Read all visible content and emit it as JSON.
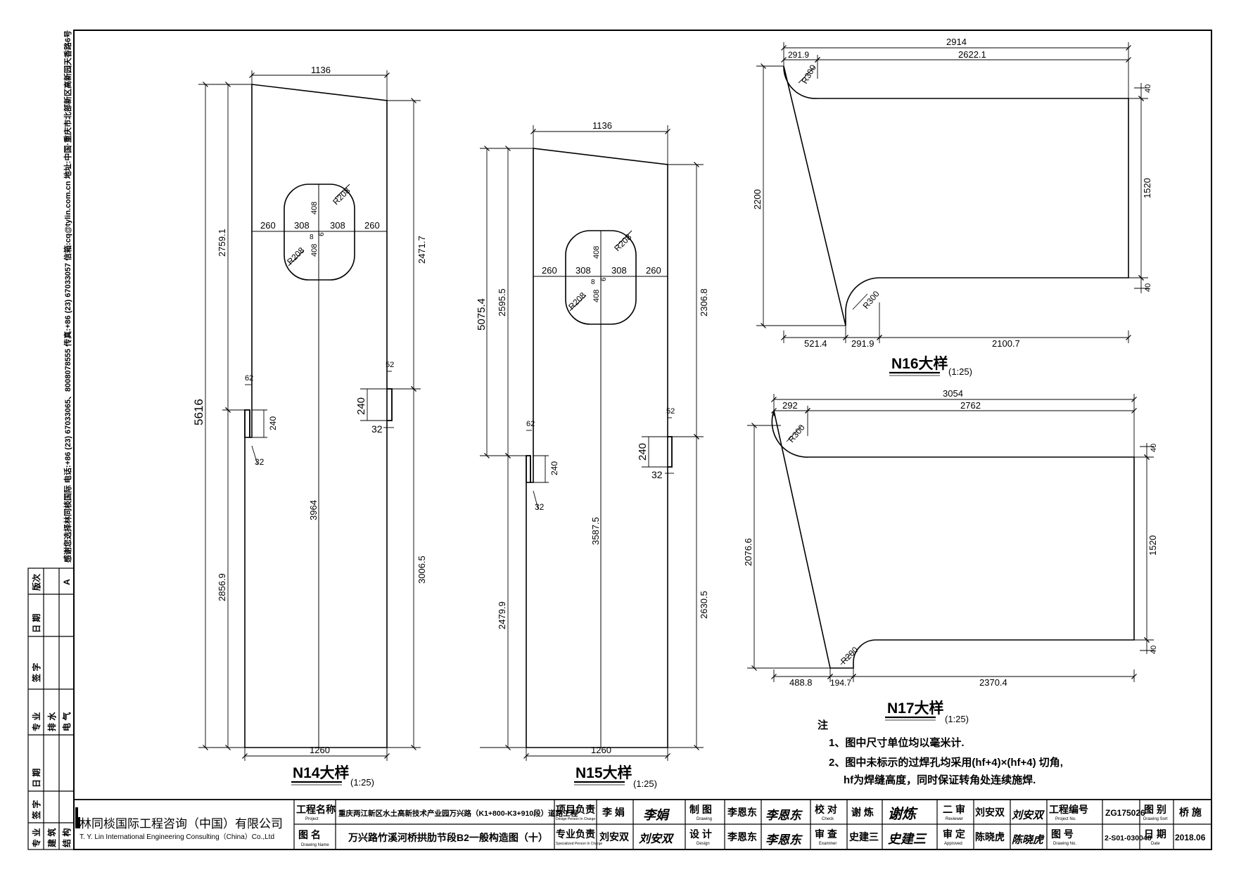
{
  "sheet": {
    "notes_heading": "注",
    "notes": [
      "1、图中尺寸单位均以毫米计.",
      "2、图中未标示的过焊孔均采用(hf+4)×(hf+4) 切角,",
      "hf为焊缝高度，同时保证转角处连续施焊."
    ],
    "left_margin": "感谢您选择林同棪国际   电话:+86 (23) 67033065、8008078555  传真:+86 (23) 67033057  信箱:cq@tylin.com.cn   地址:中国·重庆市北部新区高新园天香路6号",
    "revision_table": {
      "version_label": "版次",
      "version_value": "A",
      "date1": "日 期",
      "sign1": "签 字",
      "disciplines1": "专 业",
      "disc_a": "排 水",
      "disc_b": "电 气",
      "date2": "日 期",
      "sign2": "签 字",
      "disciplines2": "专 业",
      "disc_c": "建 筑",
      "disc_d": "结 构"
    }
  },
  "details": {
    "n14": {
      "title": "N14大样",
      "scale": "(1:25)",
      "dims": {
        "top": "1136",
        "bottom": "1260",
        "total_h": "5616",
        "left_upper": "2759.1",
        "left_lower": "2856.9",
        "right_upper": "2471.7",
        "right_lower": "3006.5",
        "center": "3964",
        "h1": "260",
        "h2": "308",
        "h3": "8",
        "h4": "308",
        "h5": "260",
        "v1": "408",
        "v2": "6",
        "v3": "408",
        "r1": "R208",
        "r2": "R208",
        "slot_left_w": "62",
        "slot_left_h": "240",
        "slot_left_t": "32",
        "slot_right_w": "52",
        "slot_right_h": "240",
        "slot_right_t": "32"
      }
    },
    "n15": {
      "title": "N15大样",
      "scale": "(1:25)",
      "dims": {
        "top": "1136",
        "bottom": "1260",
        "total_h": "5075.4",
        "left_upper": "2595.5",
        "left_lower": "2479.9",
        "right_upper": "2306.8",
        "right_lower": "2630.5",
        "center": "3587.5",
        "h1": "260",
        "h2": "308",
        "h3": "8",
        "h4": "308",
        "h5": "260",
        "v1": "408",
        "v2": "6",
        "v3": "408",
        "r1": "R208",
        "r2": "R208",
        "slot_left_w": "62",
        "slot_left_h": "240",
        "slot_left_t": "32",
        "slot_right_w": "52",
        "slot_right_h": "240",
        "slot_right_t": "32"
      }
    },
    "n16": {
      "title": "N16大样",
      "scale": "(1:25)",
      "dims": {
        "top": "2914",
        "top_a": "291.9",
        "top_b": "2622.1",
        "bot_a": "521.4",
        "bot_b": "291.9",
        "bot_c": "2100.7",
        "left_h": "2200",
        "right_h": "1520",
        "right_top": "40",
        "right_bot": "40",
        "r_top": "R300",
        "r_bot": "R300"
      }
    },
    "n17": {
      "title": "N17大样",
      "scale": "(1:25)",
      "dims": {
        "top": "3054",
        "top_a": "292",
        "top_b": "2762",
        "bot_a": "488.8",
        "bot_b": "194.7",
        "bot_c": "2370.4",
        "left_h": "2076.6",
        "right_h": "1520",
        "right_top": "40",
        "right_bot": "40",
        "r_top": "R300",
        "r_bot": "R200"
      }
    }
  },
  "title_block": {
    "company_cn": "林同棪国际工程咨询（中国）有限公司",
    "company_en": "T. Y. Lin International Engineering Consulting（China）Co.,Ltd",
    "project_label": "工程名称",
    "project_label_en": "Project",
    "project_name": "重庆两江新区水土高新技术产业园万兴路（K1+800-K3+910段）道路工程",
    "drawing_label": "图  名",
    "drawing_label_en": "Drawing Name",
    "drawing_name": "万兴路竹溪河桥拱肋节段B2一般构造图（十）",
    "pm_label": "项目负责",
    "pm_label_en": "Design Person In Charge",
    "pm_name": "李  娟",
    "pm_sig": "李娟",
    "sp_label": "专业负责",
    "sp_label_en": "Specialized Person In Charge",
    "sp_name": "刘安双",
    "sp_sig": "刘安双",
    "draw_label": "制  图",
    "draw_label_en": "Drawing",
    "draw_name": "李恩东",
    "draw_sig": "李恩东",
    "design_label": "设  计",
    "design_label_en": "Design",
    "design_name": "李恩东",
    "design_sig": "李恩东",
    "check_label": "校  对",
    "check_label_en": "Check",
    "check_name": "谢  炼",
    "check_sig": "谢炼",
    "exam_label": "审  查",
    "exam_label_en": "Examiner",
    "exam_name": "史建三",
    "exam_sig": "史建三",
    "rev_label": "二  审",
    "rev_label_en": "Reviewer",
    "rev_name": "刘安双",
    "rev_sig": "刘安双",
    "appr_label": "审  定",
    "appr_label_en": "Approved",
    "appr_name": "陈晓虎",
    "appr_sig": "陈晓虎",
    "projno_label": "工程编号",
    "projno_label_en": "Project No.",
    "projno": "ZG175026",
    "sort_label": "图  别",
    "sort_label_en": "Drawing Sort",
    "sort": "桥  施",
    "drawno_label": "图  号",
    "drawno_label_en": "Drawing No.",
    "drawno": "2-S01-030048",
    "date_label": "日  期",
    "date_label_en": "Date",
    "date": "2018.06"
  }
}
